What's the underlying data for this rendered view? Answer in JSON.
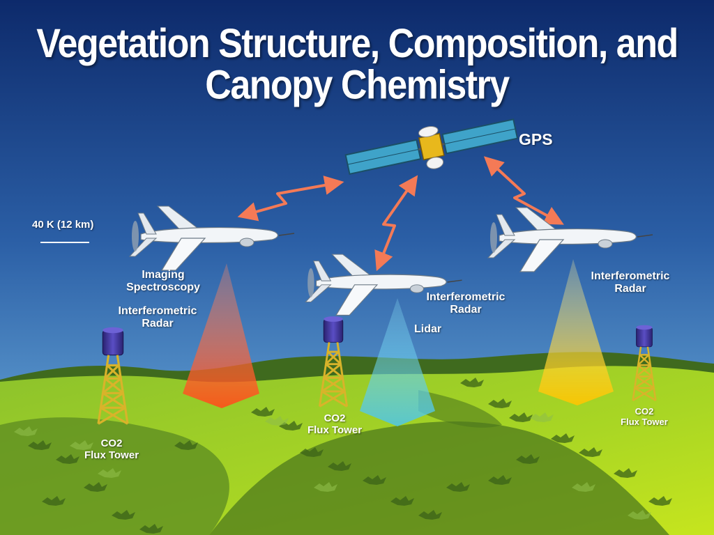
{
  "title": {
    "line1": "Vegetation Structure, Composition, and",
    "line2": "Canopy Chemistry"
  },
  "gps": {
    "label": "GPS"
  },
  "altitude": {
    "label": "40 K (12 km)"
  },
  "aircraft_left": {
    "sensor1_line1": "Imaging",
    "sensor1_line2": "Spectroscopy",
    "sensor2_line1": "Interferometric",
    "sensor2_line2": "Radar"
  },
  "aircraft_center": {
    "sensor1_line1": "Interferometric",
    "sensor1_line2": "Radar",
    "sensor2": "Lidar"
  },
  "aircraft_right": {
    "sensor1_line1": "Interferometric",
    "sensor1_line2": "Radar"
  },
  "towers": [
    {
      "line1": "CO2",
      "line2": "Flux Tower"
    },
    {
      "line1": "CO2",
      "line2": "Flux Tower"
    },
    {
      "line1": "CO2",
      "line2": "Flux Tower"
    }
  ],
  "colors": {
    "sky_top": "#0d2a6b",
    "sky_bottom": "#6fb3e3",
    "ground_light": "#b7dc2a",
    "ground_dark": "#4e7a1c",
    "beam_imaging": "#ff5a2a",
    "beam_lidar": "#5fd4f0",
    "beam_radar": "#ffd21a",
    "link_arrow": "#f47a56",
    "tower_cap": "#3b2f8f",
    "tower_frame": "#d7b22a"
  }
}
